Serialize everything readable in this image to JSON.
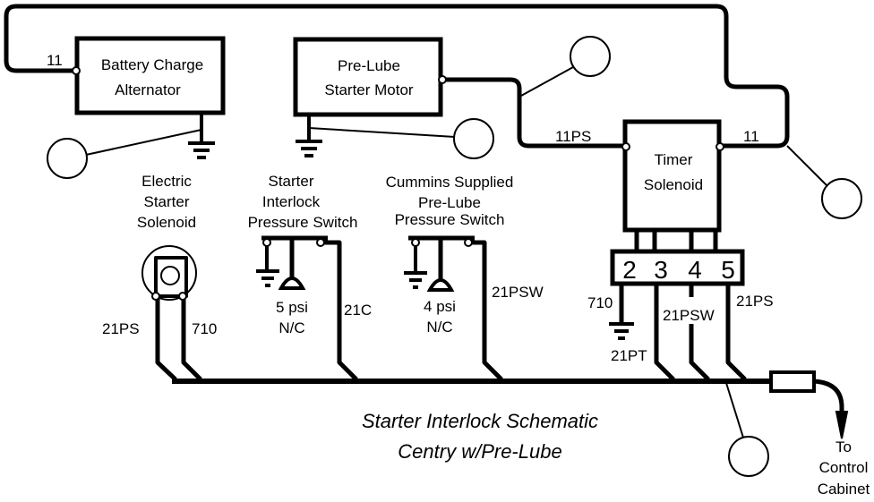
{
  "title": {
    "line1": "Starter Interlock Schematic",
    "line2": "Centry w/Pre-Lube"
  },
  "components": {
    "alternator": {
      "line1": "Battery Charge",
      "line2": "Alternator"
    },
    "prelube_motor": {
      "line1": "Pre-Lube",
      "line2": "Starter Motor"
    },
    "timer_solenoid": {
      "line1": "Timer",
      "line2": "Solenoid"
    },
    "starter_solenoid": {
      "line1": "Electric",
      "line2": "Starter",
      "line3": "Solenoid"
    },
    "interlock_switch": {
      "line1": "Starter",
      "line2": "Interlock",
      "line3": "Pressure Switch",
      "rating": "5 psi",
      "type": "N/C"
    },
    "prelube_switch": {
      "line1": "Cummins Supplied",
      "line2": "Pre-Lube",
      "line3": "Pressure Switch",
      "rating": "4 psi",
      "type": "N/C"
    },
    "terminal_block": {
      "terminals": [
        "2",
        "3",
        "4",
        "5"
      ]
    },
    "destination": {
      "line1": "To",
      "line2": "Control",
      "line3": "Cabinet"
    }
  },
  "wires": {
    "alt_11": "11",
    "timer_11ps": "11PS",
    "timer_11": "11",
    "sol_21ps": "21PS",
    "sol_710": "710",
    "interlock_21c": "21C",
    "prelube_21psw": "21PSW",
    "tb_710": "710",
    "tb_21pt": "21PT",
    "tb_21psw": "21PSW",
    "tb_21ps": "21PS"
  }
}
